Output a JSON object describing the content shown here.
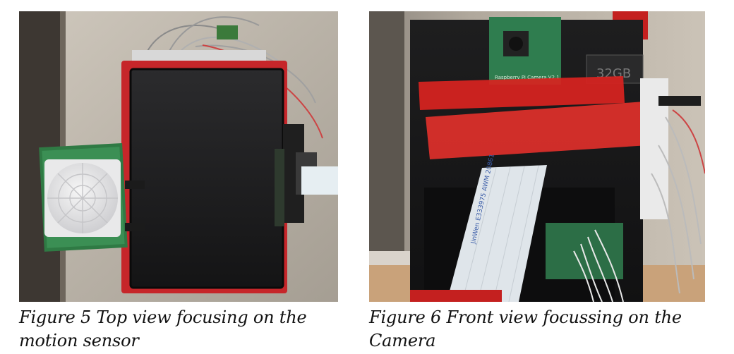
{
  "figures": [
    {
      "caption_line1": "Figure 5 Top view focusing on the",
      "caption_line2": "motion sensor"
    },
    {
      "caption_line1": "Figure 6 Front view focussing on the",
      "caption_line2": "Camera",
      "case_label": "32GB",
      "camera_board_text": "Raspberry Pi  Camera V2.1",
      "ribbon_cable_text": "JinWen  E333975  AWM 20861"
    }
  ]
}
